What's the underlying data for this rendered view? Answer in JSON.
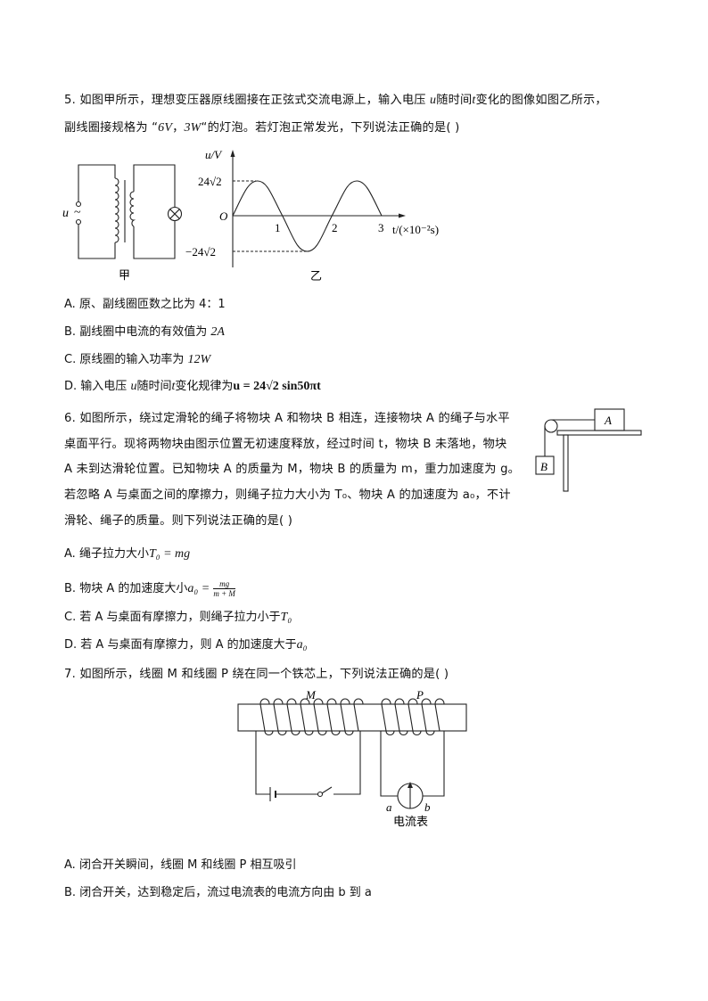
{
  "q5": {
    "line1_a": "5. 如图甲所示，理想变压器原线圈接在正弦式交流电源上，输入电压 ",
    "var_u": "u",
    "line1_b": "随时间",
    "var_t": "t",
    "line1_c": "变化的图像如图乙所示，",
    "line2_a": "副线圈接规格为 “",
    "spec_v": "6V",
    "line2_b": "，",
    "spec_w": "3W",
    "line2_c": "“的灯泡。若灯泡正常发光，下列说法正确的是(    )",
    "fig_jia": {
      "label_u": "u",
      "tilde": "~",
      "caption": "甲"
    },
    "fig_yi": {
      "ylabel": "u/V",
      "ytick_pos": "24√2",
      "ytick_neg": "−24√2",
      "origin": "O",
      "xticks": [
        "1",
        "2",
        "3"
      ],
      "xlabel": "t/(×10⁻²s)",
      "caption": "乙"
    },
    "options": [
      {
        "key": "A.",
        "text": "原、副线圈匝数之比为 4：1"
      },
      {
        "key": "B.",
        "text": "副线圈中电流的有效值为 ",
        "math": "2A"
      },
      {
        "key": "C.",
        "text": "原线圈的输入功率为 ",
        "math": "12W"
      },
      {
        "key": "D.",
        "text_a": "输入电压 ",
        "var1": "u",
        "text_b": "随时间",
        "var2": "t",
        "text_c": "变化规律为",
        "formula": "u = 24√2 sin50πt"
      }
    ]
  },
  "q6": {
    "lines": [
      "6. 如图所示，绕过定滑轮的绳子将物块 A 和物块 B 相连，连接物块 A 的绳子与水平",
      "桌面平行。现将两物块由图示位置无初速度释放，经过时间 t，物块 B 未落地，物块",
      "A 未到达滑轮位置。已知物块 A 的质量为 M，物块 B 的质量为 m，重力加速度为 g。",
      "若忽略 A 与桌面之间的摩擦力，则绳子拉力大小为 T₀、物块 A 的加速度为 a₀，不计",
      "滑轮、绳子的质量。则下列说法正确的是(    )"
    ],
    "figure": {
      "block_a": "A",
      "block_b": "B"
    },
    "options": [
      {
        "key": "A.",
        "text": "绳子拉力大小",
        "formula": "T₀ = mg"
      },
      {
        "key": "B.",
        "text": "物块 A 的加速度大小",
        "formula_lhs": "a₀ =",
        "frac_num": "mg",
        "frac_den": "m + M"
      },
      {
        "key": "C.",
        "text": "若 A 与桌面有摩擦力，则绳子拉力小于",
        "formula": "T₀"
      },
      {
        "key": "D.",
        "text": "若 A 与桌面有摩擦力，则 A 的加速度大于",
        "formula": "a₀"
      }
    ]
  },
  "q7": {
    "stem": "7. 如图所示，线圈 M 和线圈 P 绕在同一个铁芯上，下列说法正确的是(    )",
    "figure": {
      "coil_m": "M",
      "coil_p": "P",
      "terminal_a": "a",
      "terminal_b": "b",
      "meter_caption": "电流表"
    },
    "options": [
      {
        "key": "A.",
        "text": "闭合开关瞬间，线圈 M 和线圈 P 相互吸引"
      },
      {
        "key": "B.",
        "text": "闭合开关，达到稳定后，流过电流表的电流方向由 b 到 a"
      }
    ]
  }
}
